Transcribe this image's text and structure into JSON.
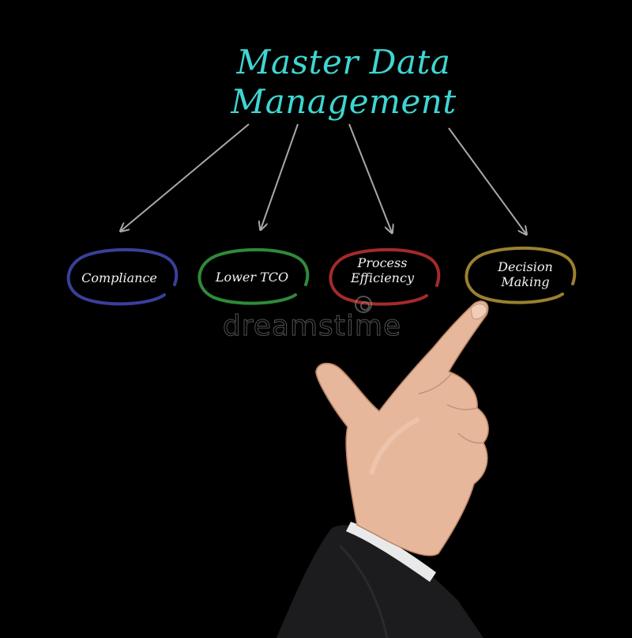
{
  "diagram": {
    "title_line1": "Master Data",
    "title_line2": "Management",
    "nodes": [
      {
        "line1": "Compliance",
        "line2": "",
        "color": "#3b3f9a"
      },
      {
        "line1": "Lower TCO",
        "line2": "",
        "color": "#2f8a3a"
      },
      {
        "line1": "Process",
        "line2": "Efficiency",
        "color": "#a52a2a"
      },
      {
        "line1": "Decision",
        "line2": "Making",
        "color": "#9a8030"
      }
    ],
    "title_color": "#3fd6d2",
    "arrow_color": "#a8a8a8"
  },
  "watermark": {
    "text": "dreamstime"
  }
}
